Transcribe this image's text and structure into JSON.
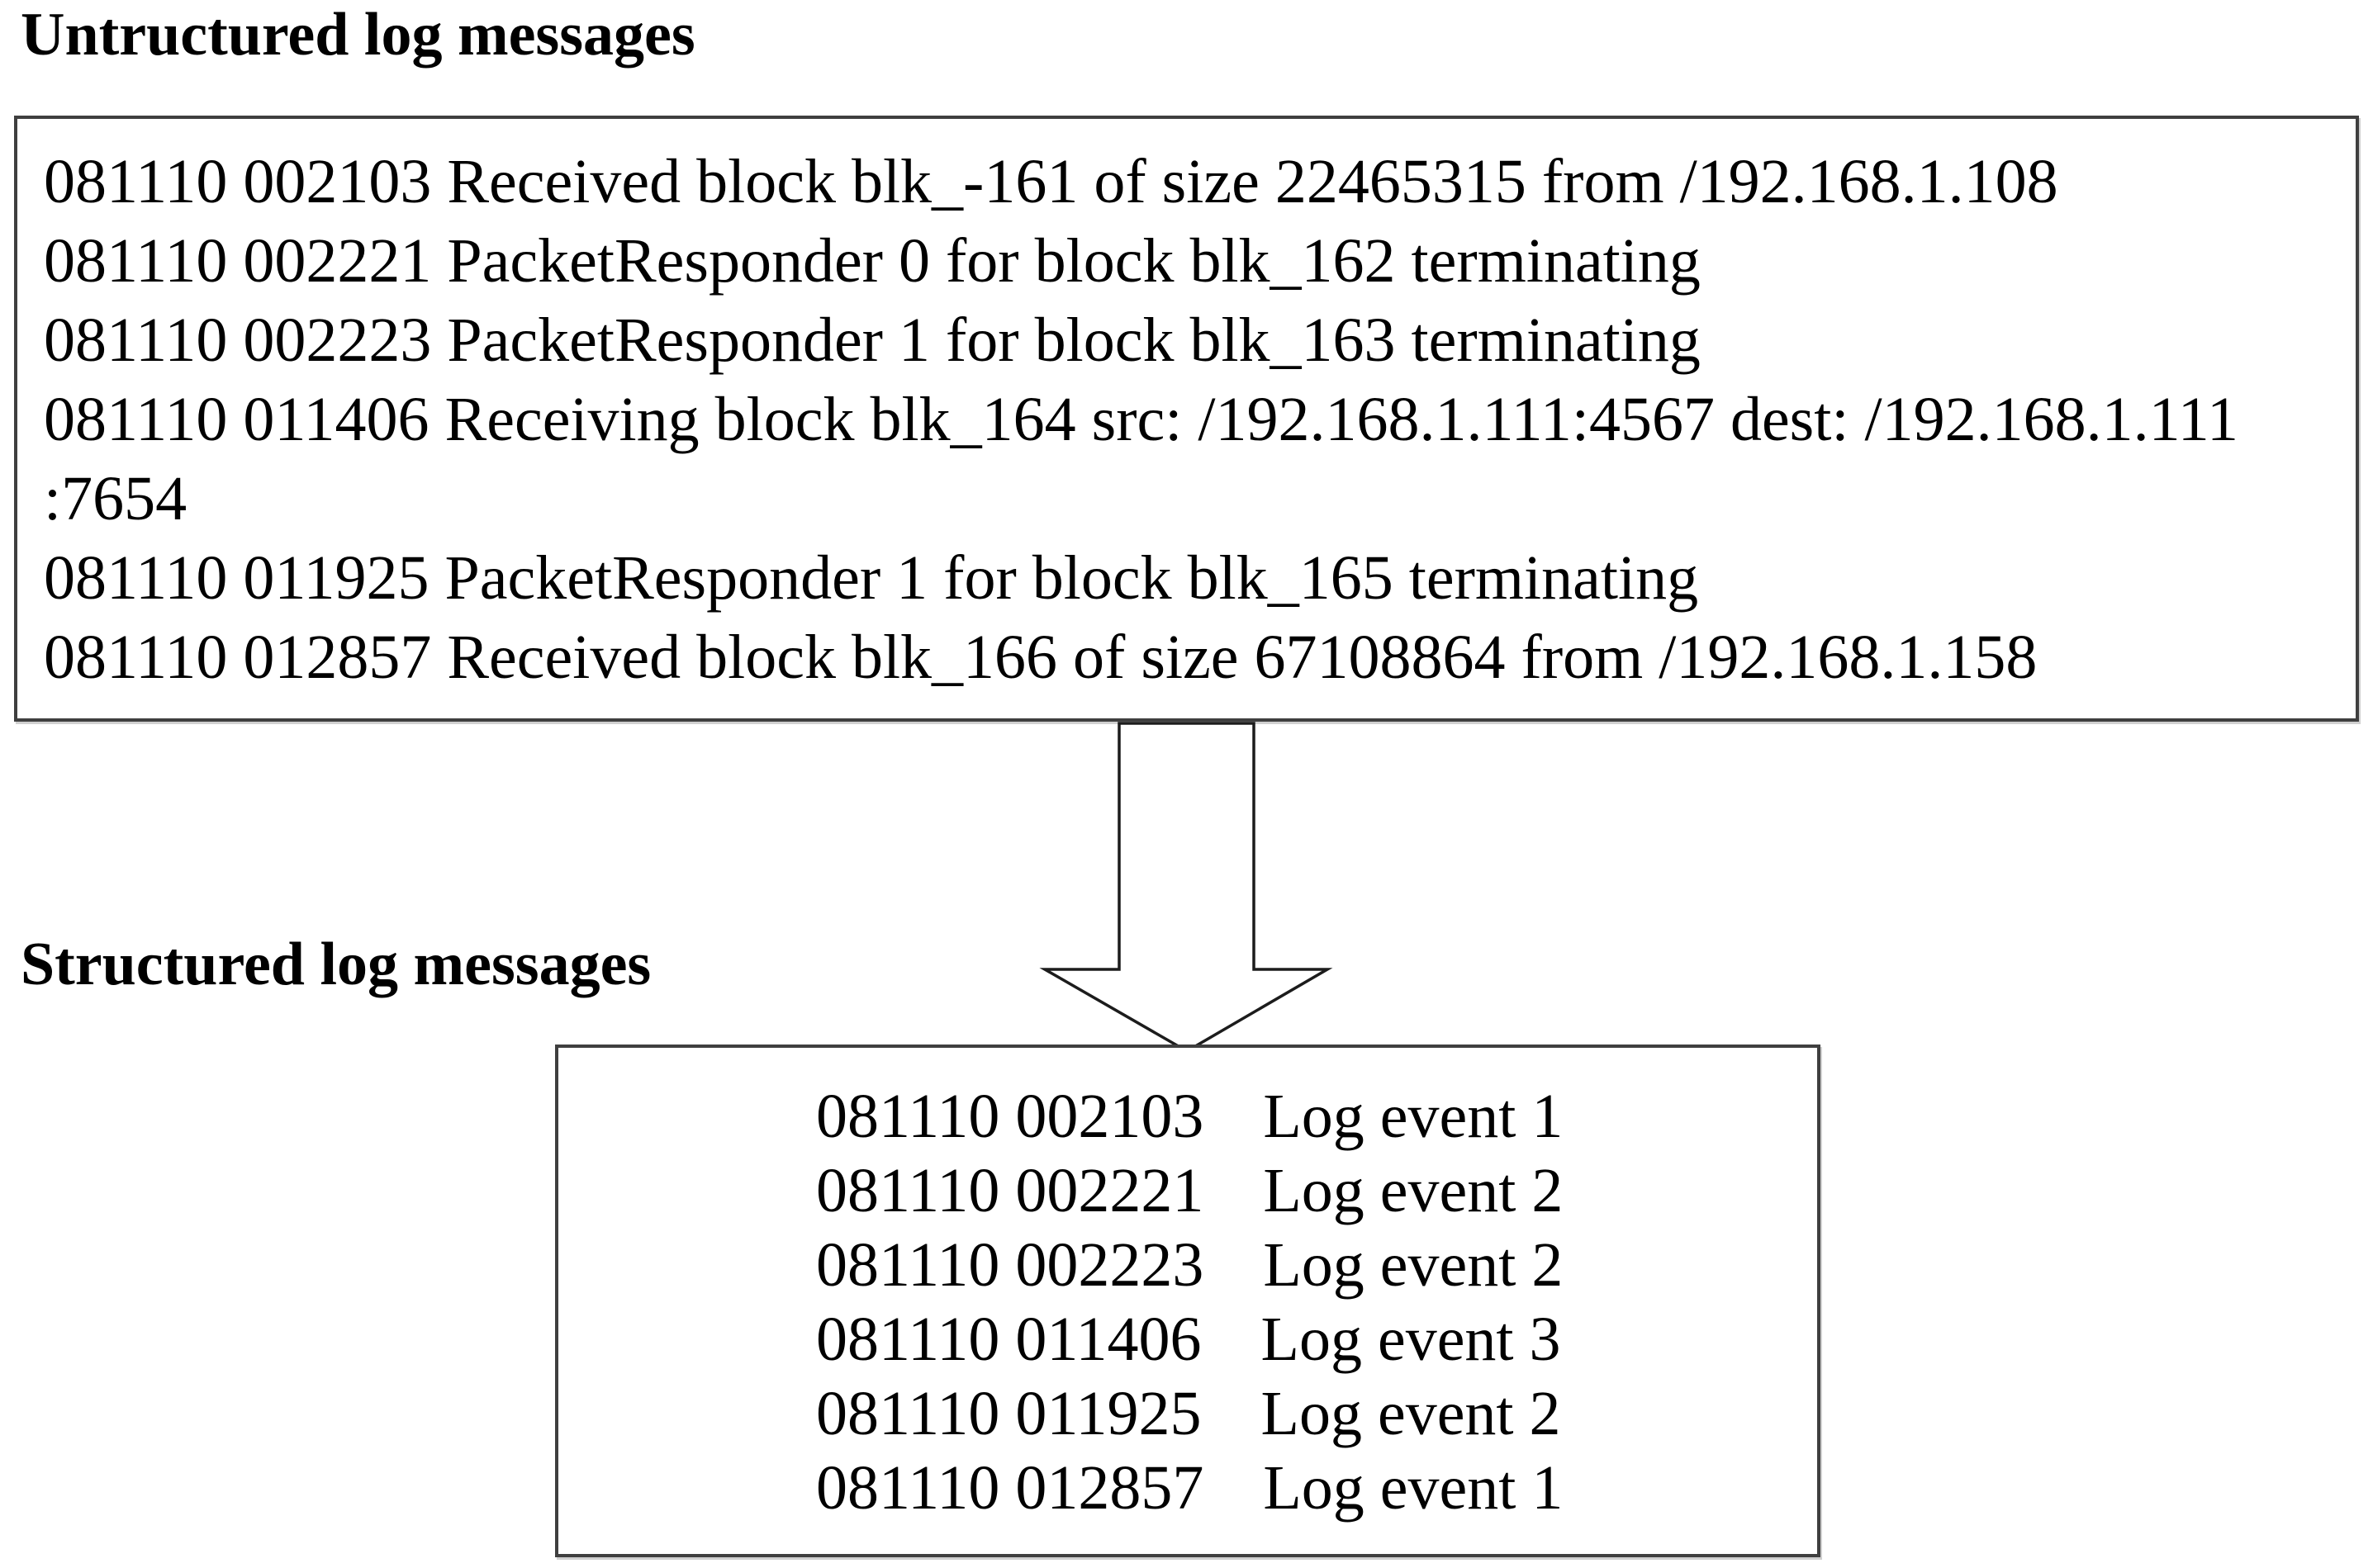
{
  "colors": {
    "background": "#ffffff",
    "text": "#000000",
    "box_border": "#3f3f3f",
    "arrow_outline": "#1c1c1c",
    "arrow_fill": "#ffffff"
  },
  "unstructured": {
    "title": "Untructured log messages",
    "lines": [
      "081110 002103 Received block blk_-161 of size 22465315 from /192.168.1.108",
      "081110 002221 PacketResponder 0 for block blk_162 terminating",
      "081110 002223 PacketResponder 1 for block blk_163 terminating",
      "081110 011406 Receiving block blk_164 src: /192.168.1.111:4567 dest: /192.168.1.111",
      ":7654",
      "081110 011925 PacketResponder 1 for block blk_165 terminating",
      "081110 012857 Received block blk_166 of size 67108864 from /192.168.1.158"
    ]
  },
  "structured": {
    "title": "Structured log messages",
    "rows": [
      {
        "time": "081110 002103",
        "event": "Log event 1"
      },
      {
        "time": "081110 002221",
        "event": "Log event 2"
      },
      {
        "time": "081110 002223",
        "event": "Log event 2"
      },
      {
        "time": "081110 011406",
        "event": "Log event 3"
      },
      {
        "time": "081110 011925",
        "event": "Log event 2"
      },
      {
        "time": "081110 012857",
        "event": "Log event 1"
      }
    ]
  }
}
